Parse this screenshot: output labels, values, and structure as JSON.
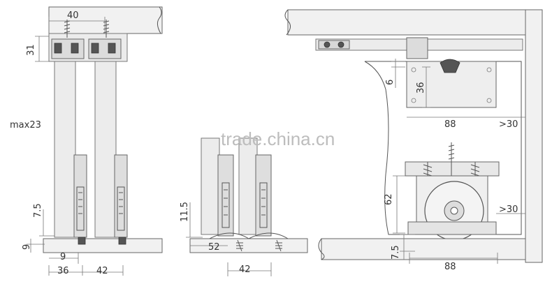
{
  "dimensions": {
    "width_40": "40",
    "height_31": "31",
    "max_label": "max23",
    "height_7_5_left": "7.5",
    "height_9": "9",
    "offset_9": "9",
    "width_36": "36",
    "width_42_left": "42",
    "height_11_5": "11.5",
    "width_52": "52",
    "width_42_mid": "42",
    "height_6": "6",
    "height_36": "36",
    "width_88_top": "88",
    "gt30_top": ">30",
    "height_62": "62",
    "gt30_bottom": ">30",
    "height_7_5_right": "7.5",
    "width_88_bottom": "88"
  },
  "watermark": "trade.china.cn",
  "colors": {
    "line": "#555555",
    "panel": "#ececec",
    "watermark": "#bdbdbd"
  }
}
